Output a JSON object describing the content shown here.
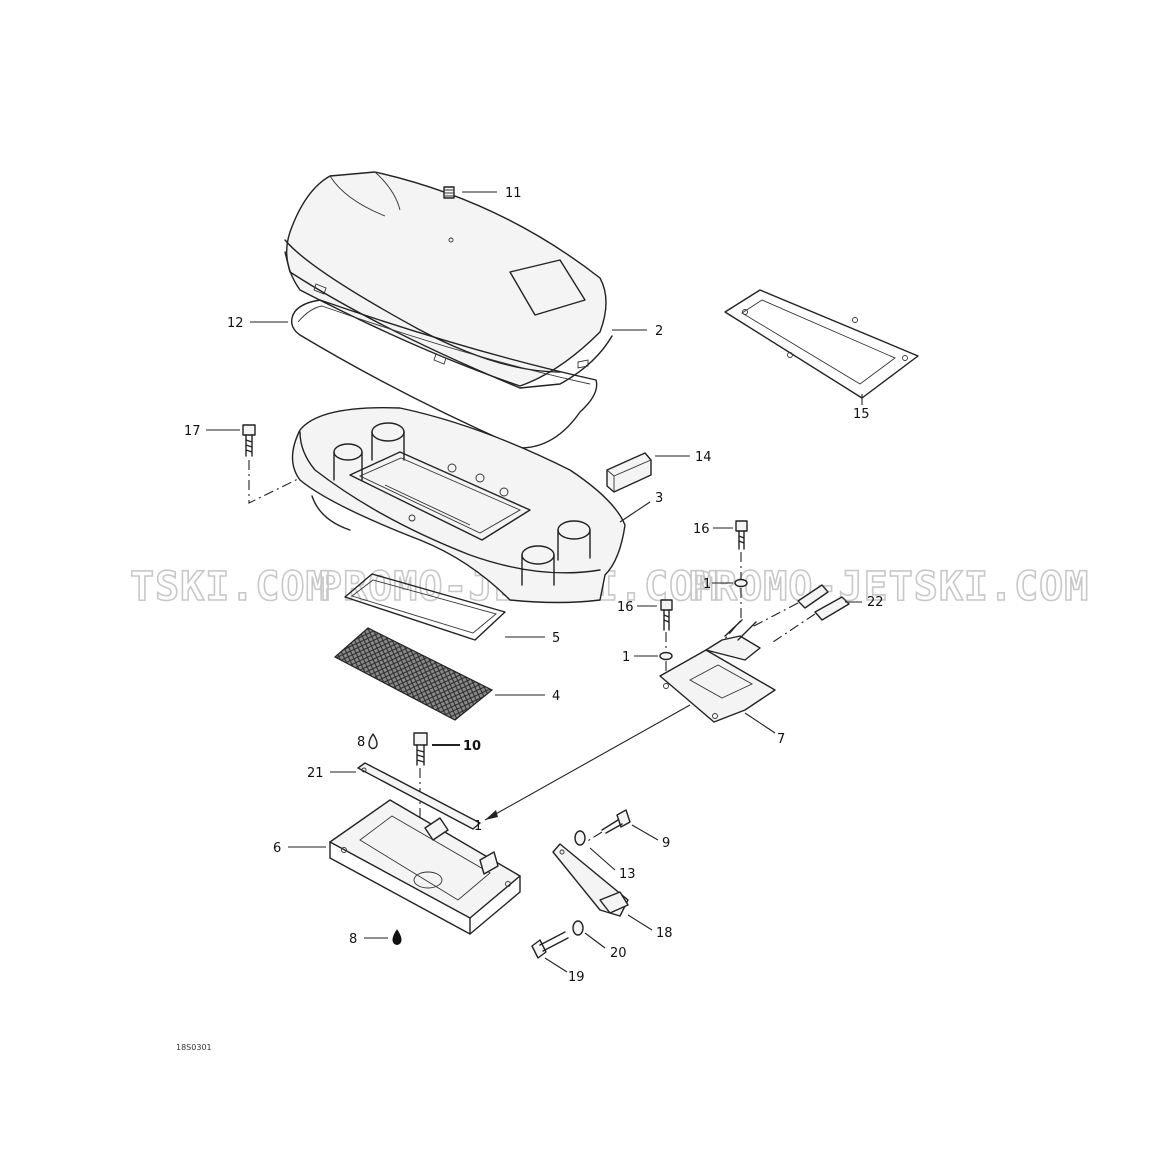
{
  "watermark": {
    "segments": [
      "TSKI.COM",
      "PROMO-JETSKI.COM",
      "PROMO-JETSKI.COM"
    ]
  },
  "drawing_reference": "18S0301",
  "callouts": {
    "c1": "1",
    "c1b": "1",
    "c1c": "1",
    "c2": "2",
    "c3": "3",
    "c4": "4",
    "c5": "5",
    "c6": "6",
    "c7": "7",
    "c8a": "8",
    "c8b": "8",
    "c9": "9",
    "c10": "10",
    "c11": "11",
    "c12": "12",
    "c13": "13",
    "c14": "14",
    "c15": "15",
    "c16a": "16",
    "c16b": "16",
    "c17": "17",
    "c18": "18",
    "c19": "19",
    "c20": "20",
    "c21": "21",
    "c22": "22"
  }
}
